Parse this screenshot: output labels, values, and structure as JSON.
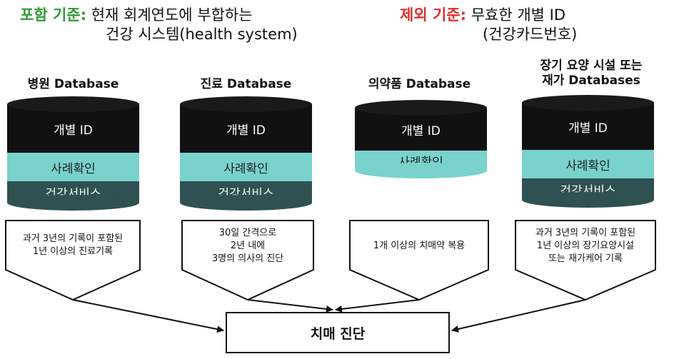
{
  "inclusion": {
    "label": "포함 기준:",
    "line1": "현재 회계연도에 부합하는",
    "line2": "건강 시스템(health system)",
    "color": "#2e9b33"
  },
  "exclusion": {
    "label": "제외 기준:",
    "line1": "무효한 개별 ID",
    "line2": "(건강카드번호)",
    "color": "#e03030"
  },
  "databases": [
    {
      "title_lines": [
        "병원 Database"
      ],
      "layers": [
        "개별 ID",
        "사례확인",
        "건강서비스"
      ]
    },
    {
      "title_lines": [
        "진료 Database"
      ],
      "layers": [
        "개별 ID",
        "사례확인",
        "건강서비스"
      ]
    },
    {
      "title_lines": [
        "의약품 Database"
      ],
      "layers": [
        "개별 ID",
        "사례확인"
      ]
    },
    {
      "title_lines": [
        "장기 요양 시설 또는",
        "재가 Databases"
      ],
      "layers": [
        "개별 ID",
        "사례확인",
        "건강서비스"
      ]
    }
  ],
  "conditions": [
    [
      "과거 3년의 기록이 포함된",
      "1년 이상의 진료기록"
    ],
    [
      "30일 간격으로",
      "2년 내에",
      "3명의 의사의 진단"
    ],
    [
      "1개 이상의 치매약 복용"
    ],
    [
      "과거 3년의 기록이 포함된",
      "1년 이상의 장기요양시설",
      "또는 재가케어 기록"
    ]
  ],
  "result": "치매 진단",
  "colors": {
    "id_layer": "#111111",
    "case_layer": "#79d2cc",
    "service_layer": "#2f5152"
  }
}
